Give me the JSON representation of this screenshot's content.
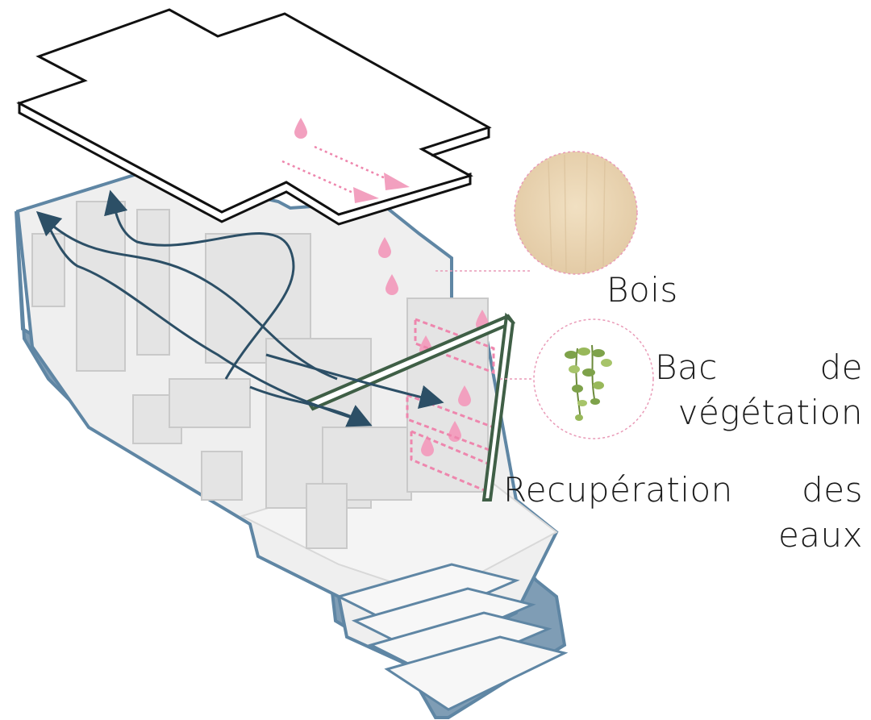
{
  "labels": {
    "bois": "Bois",
    "bac_line1": "Bac de",
    "bac_line2": "végétation",
    "recup_line1": "Recupération des",
    "recup_line2": "eaux"
  },
  "colors": {
    "wall_outline": "#5f86a4",
    "wall_fill": "#7f9db5",
    "airflow_arrow": "#2c4f66",
    "water": "#f2a0bf",
    "water_dotted": "#ee86ad",
    "frame_green": "#3f5f46",
    "wood": "#ead5b4",
    "leader": "#e99ab7",
    "roof_outline": "#111111"
  },
  "icons": [
    "water-drop-icon",
    "airflow-arrow-icon",
    "wood-texture-swatch",
    "plant-swatch"
  ]
}
